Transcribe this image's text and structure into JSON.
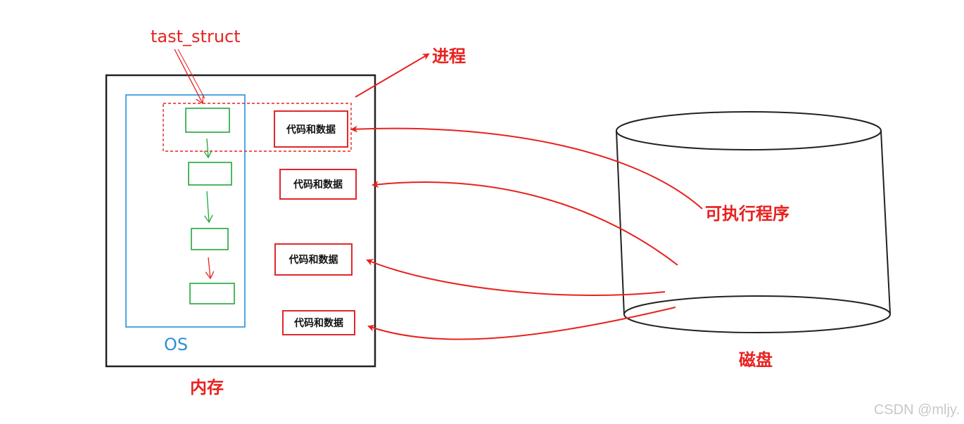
{
  "labels": {
    "task_struct": "tast_struct",
    "process": "进程",
    "os": "OS",
    "memory": "内存",
    "executable": "可执行程序",
    "disk": "磁盘"
  },
  "code_blocks": [
    "代码和数据",
    "代码和数据",
    "代码和数据",
    "代码和数据"
  ],
  "watermark": "CSDN @mljy.",
  "colors": {
    "red": "#e8221f",
    "green": "#21a63a",
    "blue": "#2a8fd6",
    "black": "#222222"
  }
}
